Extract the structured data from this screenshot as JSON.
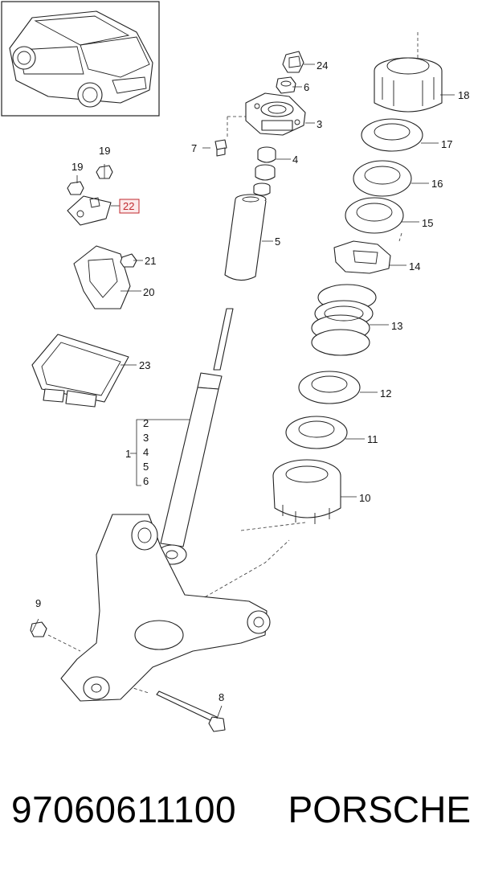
{
  "callouts": {
    "c1": "1",
    "c2": "2",
    "c3": "3",
    "c4": "4",
    "c5": "5",
    "c6": "6",
    "c7": "7",
    "c8": "8",
    "c9": "9",
    "c10": "10",
    "c11": "11",
    "c12": "12",
    "c13": "13",
    "c14": "14",
    "c15": "15",
    "c16": "16",
    "c17": "17",
    "c18": "18",
    "c19a": "19",
    "c19b": "19",
    "c20": "20",
    "c21": "21",
    "c22": "22",
    "c23": "23",
    "c24": "24",
    "group_2": "2",
    "group_3": "3",
    "group_4": "4",
    "group_5": "5",
    "group_6": "6"
  },
  "highlight_color": "#c0282d",
  "footer": {
    "part_number": "97060611100",
    "brand": "PORSCHE"
  }
}
